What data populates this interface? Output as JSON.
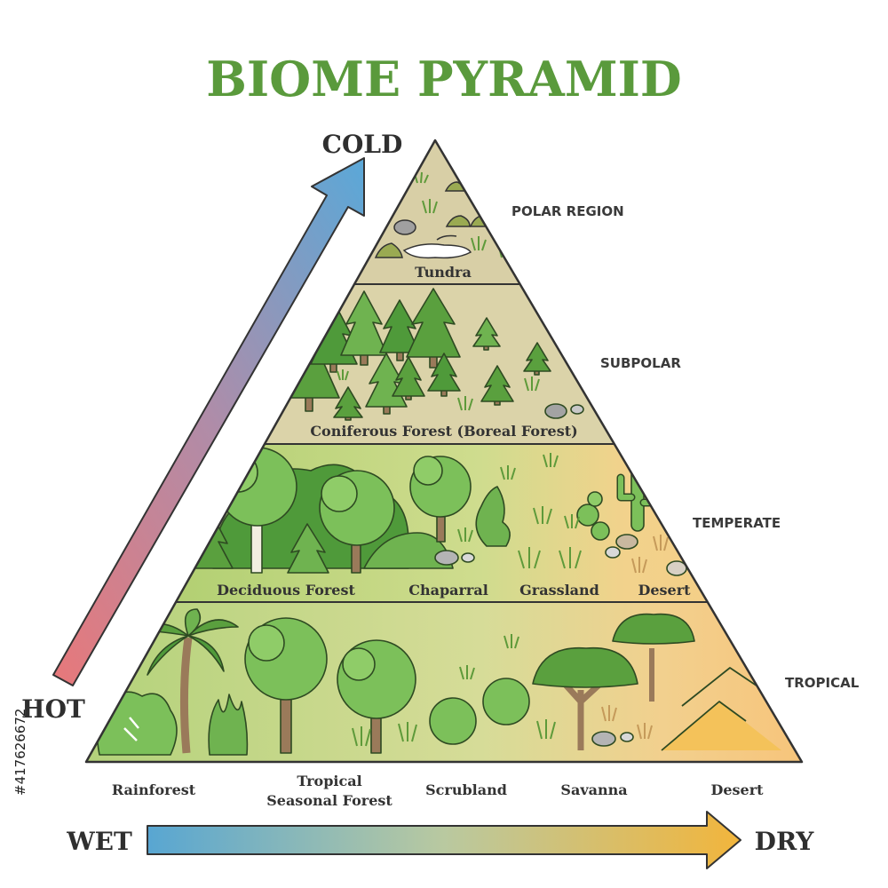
{
  "title": "BIOME PYRAMID",
  "axes": {
    "cold": "COLD",
    "hot": "HOT",
    "wet": "WET",
    "dry": "DRY"
  },
  "zones": {
    "polar": "POLAR REGION",
    "subpolar": "SUBPOLAR",
    "temperate": "TEMPERATE",
    "tropical": "TROPICAL"
  },
  "biomes": {
    "tundra": "Tundra",
    "coniferous": "Coniferous Forest (Boreal Forest)",
    "deciduous": "Deciduous Forest",
    "chaparral": "Chaparral",
    "grassland": "Grassland",
    "desert_temperate": "Desert"
  },
  "bottom_labels": {
    "rainforest": "Rainforest",
    "tropical_seasonal_1": "Tropical",
    "tropical_seasonal_2": "Seasonal Forest",
    "scrubland": "Scrubland",
    "savanna": "Savanna",
    "desert": "Desert"
  },
  "stock_id": "#417626672",
  "colors": {
    "title": "#5a9a3c",
    "polar_band": "#d7cfa4",
    "subpolar_band": "#dcd3a8",
    "temperate_green": "#b8d27a",
    "temperate_yellow": "#f3cf86",
    "tropical_green": "#c4d88a",
    "tropical_yellow": "#f6c67a",
    "tree_dark": "#4f9a3a",
    "tree_light": "#7cc05a",
    "trunk": "#9a7a5a",
    "cold_arrow": "#5ea6d6",
    "hot_arrow": "#e2787a",
    "wet_arrow": "#5aa7d0",
    "dry_arrow": "#f0b63e"
  }
}
